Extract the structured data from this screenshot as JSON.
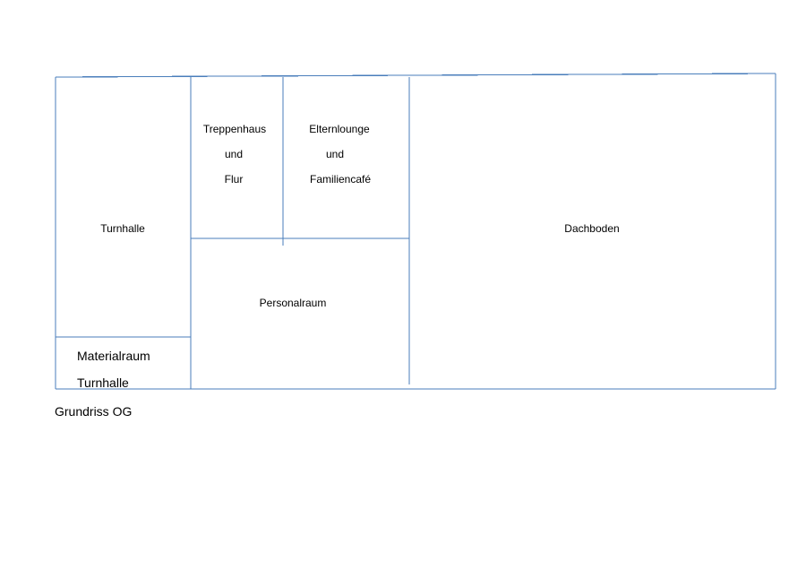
{
  "diagram": {
    "colors": {
      "wall": "#4a7ebb",
      "text": "#000000",
      "background": "#ffffff"
    },
    "rooms": {
      "turnhalle": [
        "Turnhalle"
      ],
      "materialraum": [
        "Materialraum",
        "Turnhalle"
      ],
      "treppenhaus": [
        "Treppenhaus",
        "und",
        "Flur"
      ],
      "elternlounge": [
        "Elternlounge",
        "und",
        "Familiencafé"
      ],
      "personalraum": [
        "Personalraum"
      ],
      "dachboden": [
        "Dachboden"
      ]
    },
    "caption": "Grundriss OG"
  }
}
